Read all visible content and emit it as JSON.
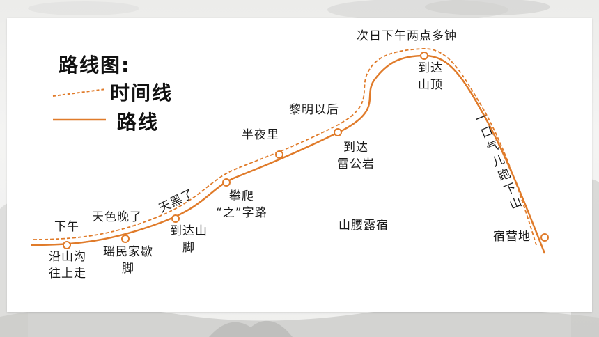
{
  "legend": {
    "title": "路线图:",
    "time_line_label": "时间线",
    "route_label": "路线"
  },
  "time_labels": {
    "afternoon": "下午",
    "dusk": "天色晚了",
    "dark": "天黑了",
    "midnight": "半夜里",
    "dawn": "黎明以后",
    "next_day": "次日下午两点多钟"
  },
  "route_labels": {
    "ravine_line1": "沿山沟",
    "ravine_line2": "往上走",
    "yao_line1": "瑶民家歇",
    "yao_line2": "脚",
    "foothill_line1": "到达山",
    "foothill_line2": "脚",
    "zigzag_line1": "攀爬",
    "zigzag_line2": "“之”字路",
    "camp_midway": "山腰露宿",
    "leigong_line1": "到达",
    "leigong_line2": "雷公岩",
    "summit_line1": "到达",
    "summit_line2": "山顶",
    "descent": "一口气儿跑下山",
    "camp": "宿营地"
  },
  "colors": {
    "route": "#e07b2a",
    "time_line": "#e07b2a",
    "node_fill": "#ffffff"
  }
}
